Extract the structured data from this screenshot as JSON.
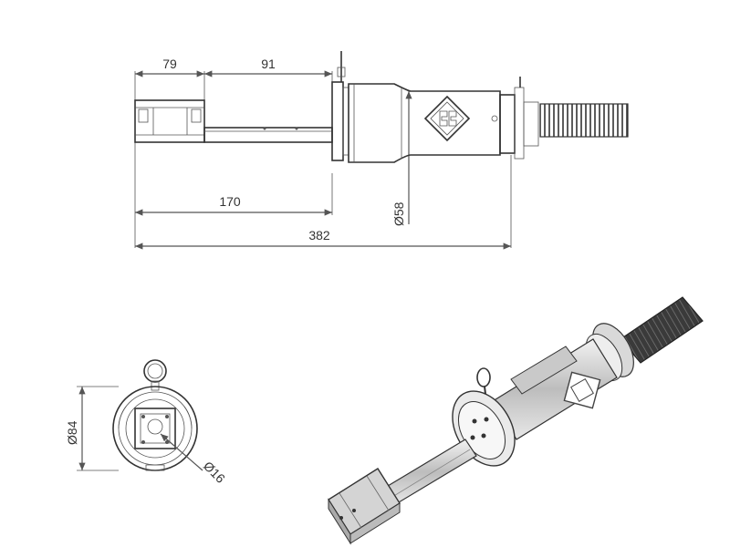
{
  "dimensions": {
    "top_left_segment": "79",
    "top_right_segment": "91",
    "overall_mid": "170",
    "overall_total": "382",
    "diameter_body": "Ø58",
    "diameter_flange": "Ø84",
    "diameter_bore": "Ø16"
  },
  "colors": {
    "line": "#555555",
    "text": "#333333",
    "background": "#ffffff"
  },
  "views": [
    "side-elevation-view",
    "front-end-view",
    "isometric-view"
  ]
}
